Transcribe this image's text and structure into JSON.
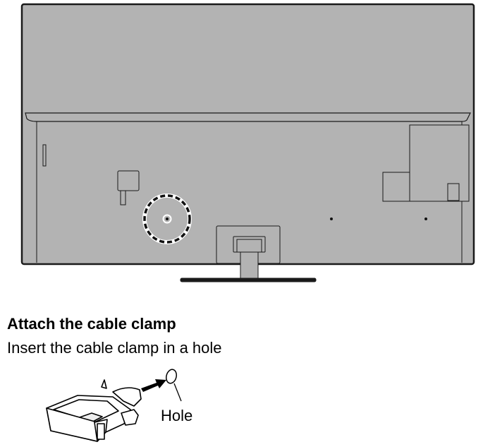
{
  "section": {
    "heading": "Attach the cable clamp",
    "instruction": "Insert the cable clamp in a hole",
    "hole_label": "Hole"
  },
  "colors": {
    "tv_body": "#b3b3b3",
    "outline": "#1a1a1a",
    "highlight": "#ffffff"
  }
}
